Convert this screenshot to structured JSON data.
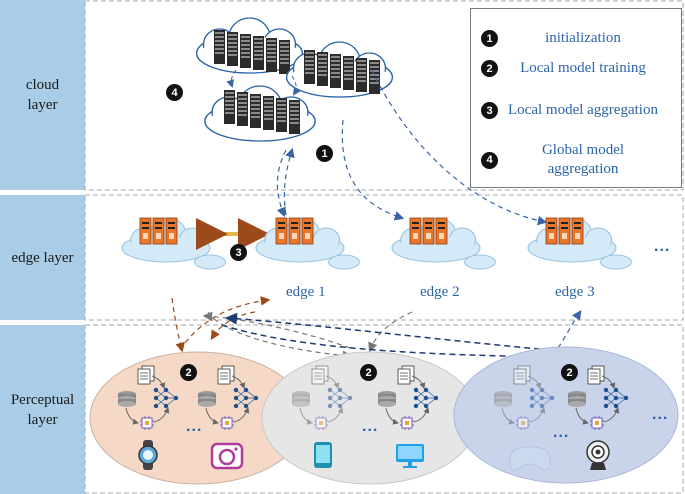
{
  "layers": {
    "cloud": "cloud\nlayer",
    "edge": "edge layer",
    "perceptual": "Perceptual\nlayer"
  },
  "legend": [
    {
      "num": "1",
      "text": "initialization"
    },
    {
      "num": "2",
      "text": "Local model training"
    },
    {
      "num": "3",
      "text": "Local model aggregation"
    },
    {
      "num": "4",
      "text": "Global model aggregation"
    }
  ],
  "edges": [
    "edge 1",
    "edge 2",
    "edge 3"
  ],
  "markers": {
    "cloud": "4",
    "edge": "3",
    "init": "1",
    "local": "2"
  },
  "ellipsis": "...",
  "colors": {
    "label_band": "#a9cde6",
    "text_blue": "#2c64a8",
    "server_orange": "#e8762b",
    "cluster_peach": "#f5d9c6",
    "cluster_gray": "#e6e6e6",
    "cluster_blue": "#c9d4ea"
  }
}
